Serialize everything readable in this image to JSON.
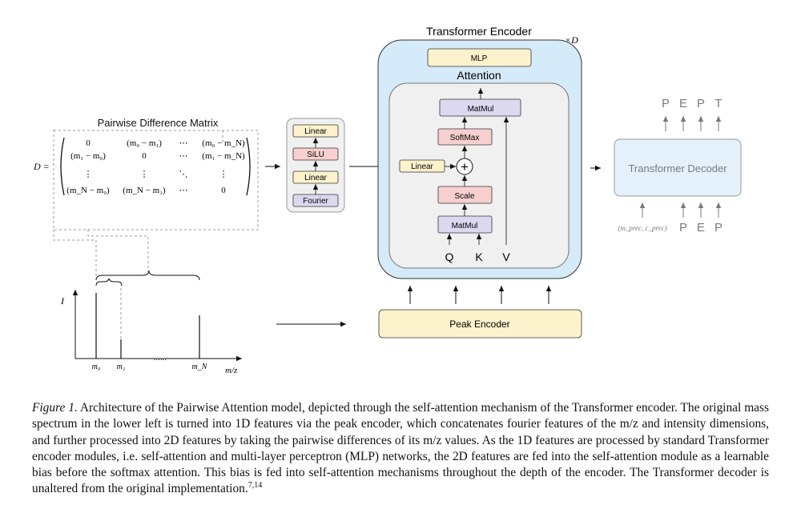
{
  "diagram": {
    "matrix": {
      "title": "Pairwise Difference Matrix",
      "symbol": "D =",
      "cells": [
        [
          "0",
          "(m₀ − m₁)",
          "⋯",
          "(m₀ − m_N)"
        ],
        [
          "(m₁ − m₀)",
          "0",
          "⋯",
          "(m₁ − m_N)"
        ],
        [
          "⋮",
          "⋮",
          "⋱",
          "⋮"
        ],
        [
          "(m_N − m₀)",
          "(m_N − m₁)",
          "⋯",
          "0"
        ]
      ]
    },
    "fourier_stack": [
      "Linear",
      "SiLU",
      "Linear",
      "Fourier"
    ],
    "encoder": {
      "title": "Transformer Encoder",
      "repeat": "×D",
      "mlp": "MLP",
      "attention_title": "Attention",
      "matmul_top": "MatMul",
      "softmax": "SoftMax",
      "linear_bias": "Linear",
      "plus": "+",
      "scale": "Scale",
      "matmul_bottom": "MatMul",
      "inputs": [
        "Q",
        "K",
        "V"
      ]
    },
    "peak_encoder": "Peak Encoder",
    "decoder": {
      "label": "Transformer Decoder",
      "outputs": [
        "P",
        "E",
        "P",
        "T"
      ],
      "precursor": "(m_prec, c_prec)",
      "inputs": [
        "P",
        "E",
        "P"
      ]
    },
    "spectrum": {
      "y_label": "I",
      "x_label": "m/z",
      "ticks": [
        "m₀",
        "m₁",
        "m_N"
      ],
      "dots": "......"
    }
  },
  "caption": {
    "label": "Figure 1.",
    "text": " Architecture of the Pairwise Attention model, depicted through the self-attention mechanism of the Transformer encoder. The original mass spectrum in the lower left is turned into 1D features via the peak encoder, which concatenates fourier features of the m/z and intensity dimensions, and further processed into 2D features by taking the pairwise differences of its m/z values. As the 1D features are processed by standard Transformer encoder modules, i.e. self-attention and multi-layer perceptron (MLP) networks, the 2D features are fed into the self-attention module as a learnable bias before the softmax attention. This bias is fed into self-attention mechanisms throughout the depth of the encoder. The Transformer decoder is unaltered from the original implementation.",
    "refs": "7,14"
  },
  "colors": {
    "encoder_outer": "#d5ebf9",
    "attention_inner": "#f0f0f0",
    "yellow_box": "#fcf2cc",
    "red_box": "#f8cfcf",
    "purple_box": "#dcd8f0",
    "decoder_box": "#e4f1fb",
    "decoder_text": "#7a7a7a"
  }
}
